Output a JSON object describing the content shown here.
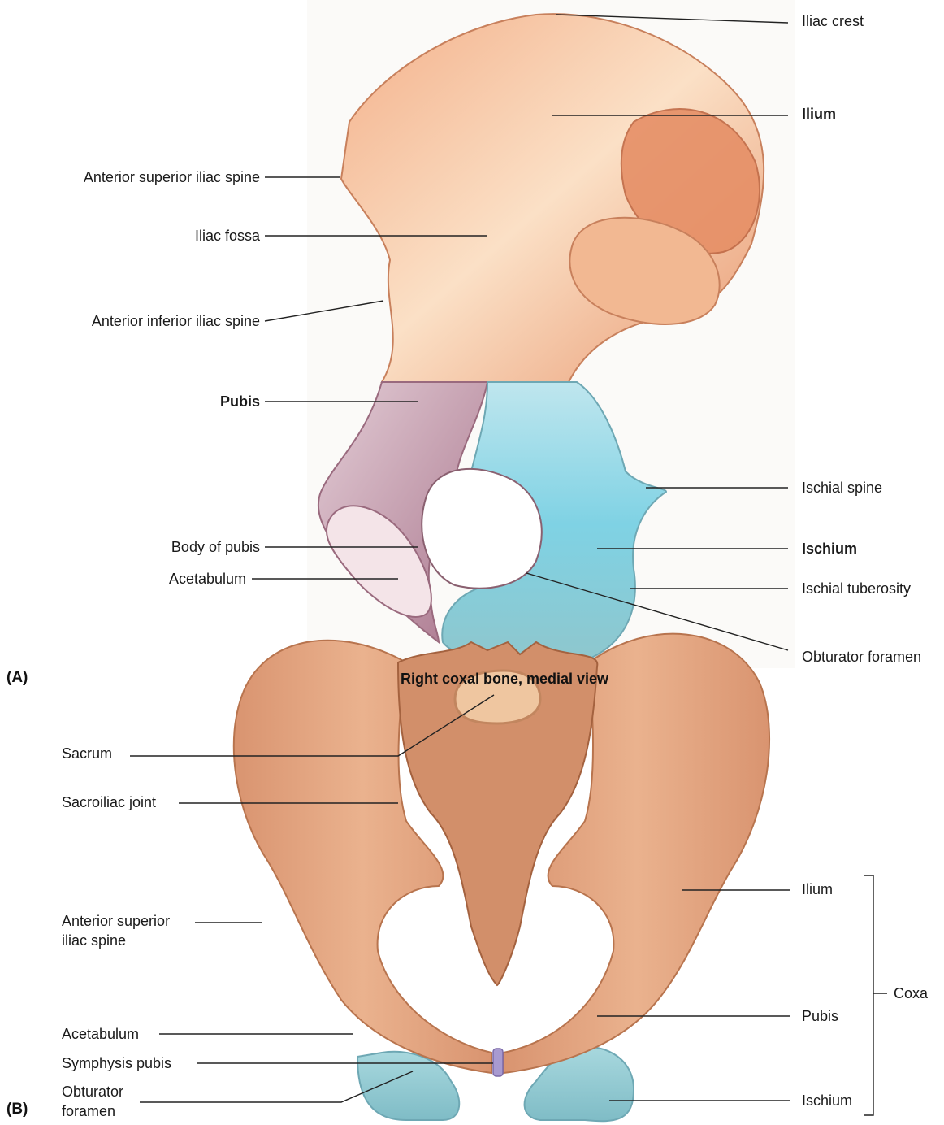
{
  "panel_a": {
    "tag": "(A)",
    "caption": "Right coxal bone, medial view",
    "labels": {
      "iliac_crest": "Iliac crest",
      "ilium": "Ilium",
      "anterior_superior_iliac_spine": "Anterior superior iliac spine",
      "iliac_fossa": "Iliac fossa",
      "anterior_inferior_iliac_spine": "Anterior inferior iliac spine",
      "pubis": "Pubis",
      "ischial_spine": "Ischial spine",
      "body_of_pubis": "Body of pubis",
      "ischium": "Ischium",
      "acetabulum": "Acetabulum",
      "ischial_tuberosity": "Ischial tuberosity",
      "obturator_foramen": "Obturator foramen"
    }
  },
  "panel_b": {
    "tag": "(B)",
    "labels": {
      "sacrum": "Sacrum",
      "sacroiliac_joint": "Sacroiliac joint",
      "anterior_superior_iliac_spine_1": "Anterior superior",
      "anterior_superior_iliac_spine_2": "iliac spine",
      "ilium": "Ilium",
      "coxa": "Coxa",
      "acetabulum": "Acetabulum",
      "pubis": "Pubis",
      "symphysis_pubis": "Symphysis pubis",
      "obturator_foramen_1": "Obturator",
      "obturator_foramen_2": "foramen",
      "ischium": "Ischium"
    }
  },
  "colors": {
    "ilium": "#f0b48c",
    "pubis": "#c49aaa",
    "ischium": "#8ccbd6",
    "pelvis_bone": "#e3a57c",
    "sacrum": "#c98a66"
  }
}
